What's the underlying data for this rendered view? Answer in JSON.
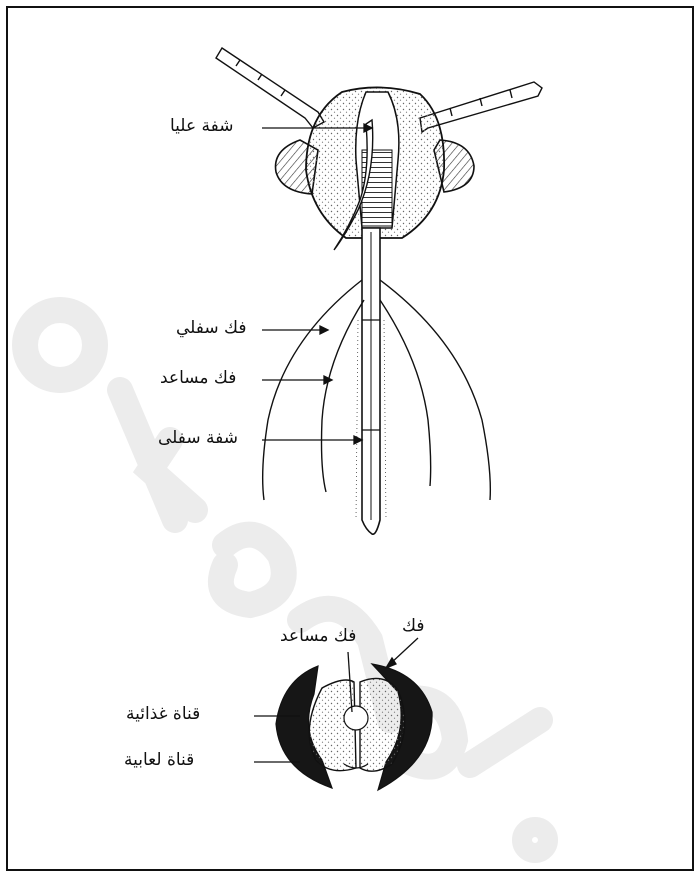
{
  "figure": {
    "upper_labels": {
      "upper_lip": "شفة عليا",
      "mandible": "فك سفلي",
      "maxilla": "فك مساعد",
      "lower_lip": "شفة سفلى"
    },
    "lower_labels": {
      "mandible": "فك",
      "maxilla": "فك مساعد",
      "food_canal": "قناة غذائية",
      "salivary_canal": "قناة لعابية"
    },
    "watermark": "elkanadil",
    "colors": {
      "ink": "#111111",
      "paper": "#ffffff",
      "watermark": "#f2f2f2"
    }
  }
}
